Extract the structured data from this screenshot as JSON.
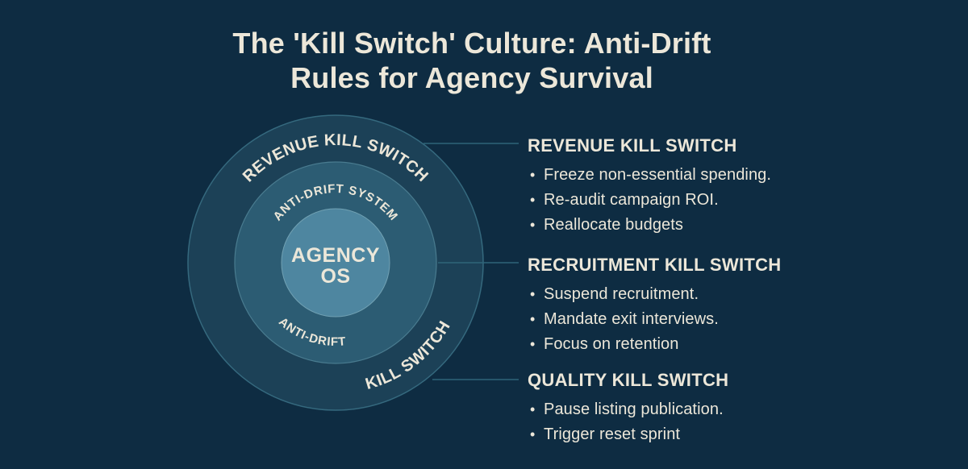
{
  "title": {
    "line1": "The 'Kill Switch' Culture: Anti-Drift",
    "line2": "Rules for Agency Survival"
  },
  "diagram": {
    "outer_top_label": "REVENUE KILL SWITCH",
    "middle_top_label": "ANTI-DRIFT SYSTEM",
    "center_label_line1": "AGENCY",
    "center_label_line2": "OS",
    "middle_bottom_label": "ANTI-DRIFT",
    "outer_bottom_label": "KILL SWITCH"
  },
  "sections": [
    {
      "heading": "REVENUE KILL SWITCH",
      "bullets": [
        "Freeze non-essential spending.",
        "Re-audit campaign ROI.",
        "Reallocate budgets"
      ]
    },
    {
      "heading": "RECRUITMENT KILL SWITCH",
      "bullets": [
        "Suspend recruitment.",
        "Mandate exit interviews.",
        "Focus on retention"
      ]
    },
    {
      "heading": "QUALITY KILL SWITCH",
      "bullets": [
        "Pause listing publication.",
        "Trigger reset sprint"
      ]
    }
  ],
  "colors": {
    "background": "#0e2c42",
    "outer_ring": "#1c4157",
    "middle_ring": "#2c5c73",
    "inner_circle": "#4e86a0",
    "ring_edge": "#35697e",
    "connector_line": "#2f6579",
    "text_cream": "#ece7d9"
  }
}
